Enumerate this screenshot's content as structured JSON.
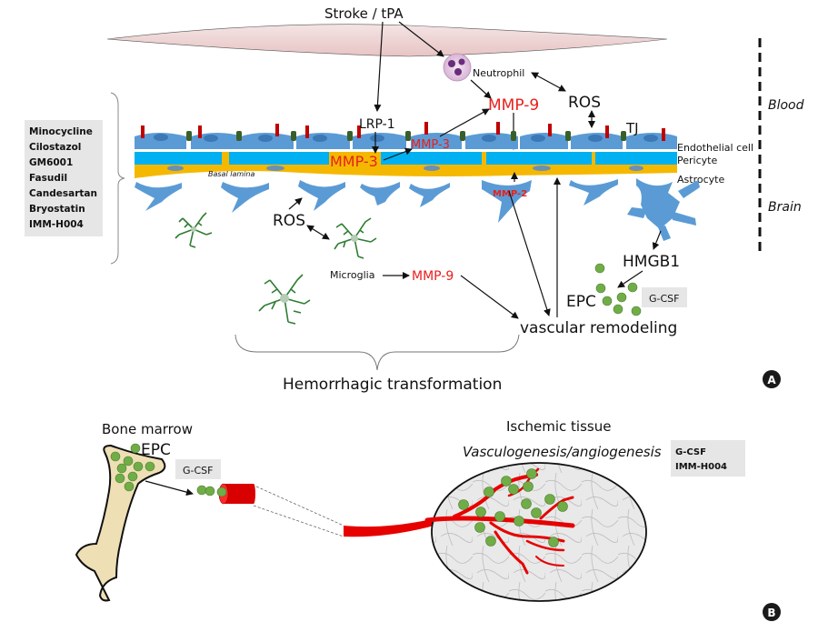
{
  "panel_a": {
    "label": "A",
    "stimulus": "Stroke / tPA",
    "neutrophil": "Neutrophil",
    "ros_blood": "ROS",
    "mmp9_blood": "MMP-9",
    "lrp1": "LRP-1",
    "mmp3_endothelial": "MMP-3",
    "mmp3_pericyte": "MMP-3",
    "tj": "TJ",
    "basal_lamina": "Basal lamina",
    "mmp2": "MMP-2",
    "layer_labels": [
      "Endothelial cell",
      "Pericyte",
      "Astrocyte"
    ],
    "compartments": {
      "blood": "Blood",
      "brain": "Brain"
    },
    "ros_brain": "ROS",
    "microglia": "Microglia",
    "mmp9_brain": "MMP-9",
    "hmgb1": "HMGB1",
    "epc": "EPC",
    "gcsf": "G-CSF",
    "vascular_remodeling": "vascular remodeling",
    "hemorrhagic": "Hemorrhagic transformation",
    "drugs": [
      "Minocycline",
      "Cilostazol",
      "GM6001",
      "Fasudil",
      "Candesartan",
      "Bryostatin",
      "IMM-H004"
    ]
  },
  "panel_b": {
    "label": "B",
    "bone_marrow": "Bone marrow",
    "epc": "EPC",
    "gcsf": "G-CSF",
    "ischemic_tissue": "Ischemic tissue",
    "vasculogenesis": "Vasculogenesis/angiogenesis",
    "drugs": [
      "G-CSF",
      "IMM-H004"
    ]
  },
  "colors": {
    "endothelial": "#5b9bd5",
    "pericyte": "#00b0f0",
    "basal_lamina": "#f5b800",
    "tight_junction": "#3a5e2a",
    "receptor": "#c00000",
    "mmp_text": "#e8201c",
    "microglia": "#2e7d32",
    "epc": "#70ad47",
    "vessel": "#e60000",
    "bone": "#eedfb5"
  }
}
